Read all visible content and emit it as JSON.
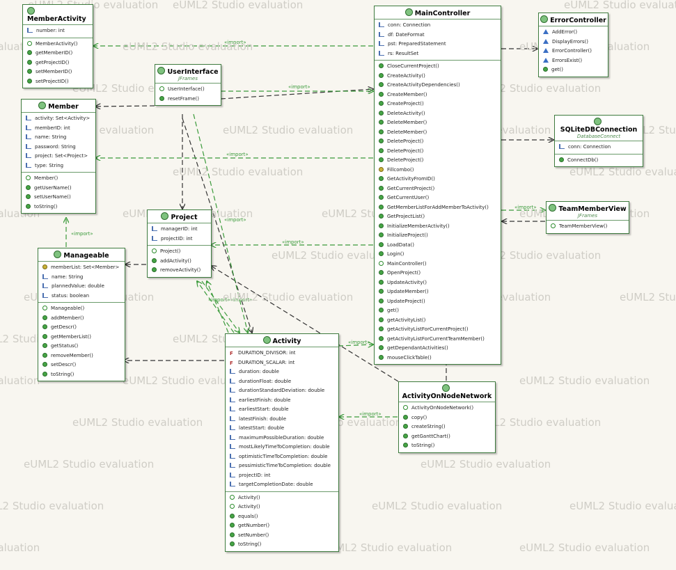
{
  "watermark": "eUML2 Studio evaluation",
  "import_label": "«import»",
  "imports_double_label": "«import»«import»",
  "classes": {
    "member_activity": {
      "name": "MemberActivity",
      "fields": [
        "number: int"
      ],
      "methods": [
        "MemberActivity()",
        "getMemberID()",
        "getProjectID()",
        "setMemberID()",
        "setProjectID()"
      ]
    },
    "user_interface": {
      "name": "UserInterface",
      "stereotype": "JFrames",
      "methods": [
        "UserInterface()",
        "resetFrame()"
      ]
    },
    "member": {
      "name": "Member",
      "fields": [
        "activity: Set<Activity>",
        "memberID: int",
        "name: String",
        "password: String",
        "project: Set<Project>",
        "type: String"
      ],
      "methods": [
        "Member()",
        "getUserName()",
        "setUserName()",
        "toString()"
      ]
    },
    "project": {
      "name": "Project",
      "fields": [
        "managerID: int",
        "projectID: int"
      ],
      "methods": [
        "Project()",
        "addActivity()",
        "removeActivity()"
      ]
    },
    "manageable": {
      "name": "Manageable",
      "fields": [
        "memberList: Set<Member>",
        "name: String",
        "plannedValue: double",
        "status: boolean"
      ],
      "methods": [
        "Manageable()",
        "addMember()",
        "getDescr()",
        "getMemberList()",
        "getStatus()",
        "removeMember()",
        "setDescr()",
        "toString()"
      ]
    },
    "main_controller": {
      "name": "MainController",
      "fields": [
        "conn: Connection",
        "df: DateFormat",
        "pst: PreparedStatement",
        "rs: ResultSet"
      ],
      "methods": [
        "CloseCurrentProject()",
        "CreateActivity()",
        "CreateActivityDependencies()",
        "CreateMember()",
        "CreateProject()",
        "DeleteActivity()",
        "DeleteMember()",
        "DeleteMember()",
        "DeleteProject()",
        "DeleteProject()",
        "DeleteProject()",
        "Fillcombo()",
        "GetActivityFromID()",
        "GetCurrentProject()",
        "GetCurrentUser()",
        "GetMemberListForAddMemberToActivity()",
        "GetProjectList()",
        "InitializeMemberActivity()",
        "InitializeProject()",
        "LoadData()",
        "Login()",
        "MainController()",
        "OpenProject()",
        "UpdateActivity()",
        "UpdateMember()",
        "UpdateProject()",
        "get()",
        "getActivityList()",
        "getActivityListForCurrentProject()",
        "getActivityListForCurrentTeamMember()",
        "getDependantActivities()",
        "mouseClickTable()"
      ]
    },
    "error_controller": {
      "name": "ErrorController",
      "methods": [
        "AddError()",
        "DisplayErrors()",
        "ErrorController()",
        "ErrorsExist()",
        "get()"
      ]
    },
    "sqlite_db": {
      "name": "SQLiteDBConnection",
      "stereotype": "DatabaseConnect",
      "fields": [
        "conn: Connection"
      ],
      "methods": [
        "ConnectDb()"
      ]
    },
    "team_member_view": {
      "name": "TeamMemberView",
      "stereotype": "JFrames",
      "methods": [
        "TeamMemberView()"
      ]
    },
    "activity": {
      "name": "Activity",
      "fields": [
        "DURATION_DIVISOR: int",
        "DURATION_SCALAR: int",
        "duration: double",
        "durationFloat: double",
        "durationStandardDeviation: double",
        "earliestFinish: double",
        "earliestStart: double",
        "latestFinish: double",
        "latestStart: double",
        "maximumPossibleDuration: double",
        "mostLikelyTimeToCompletion: double",
        "optimisticTimeToCompletion: double",
        "pessimisticTimeToCompletion: double",
        "projectID: int",
        "targetCompletionDate: double"
      ],
      "methods": [
        "Activity()",
        "Activity()",
        "equals()",
        "getNumber()",
        "setNumber()",
        "toString()"
      ]
    },
    "aon_network": {
      "name": "ActivityOnNodeNetwork",
      "methods": [
        "ActivityOnNodeNetwork()",
        "copy()",
        "createString()",
        "getGanttChart()",
        "toString()"
      ]
    }
  }
}
